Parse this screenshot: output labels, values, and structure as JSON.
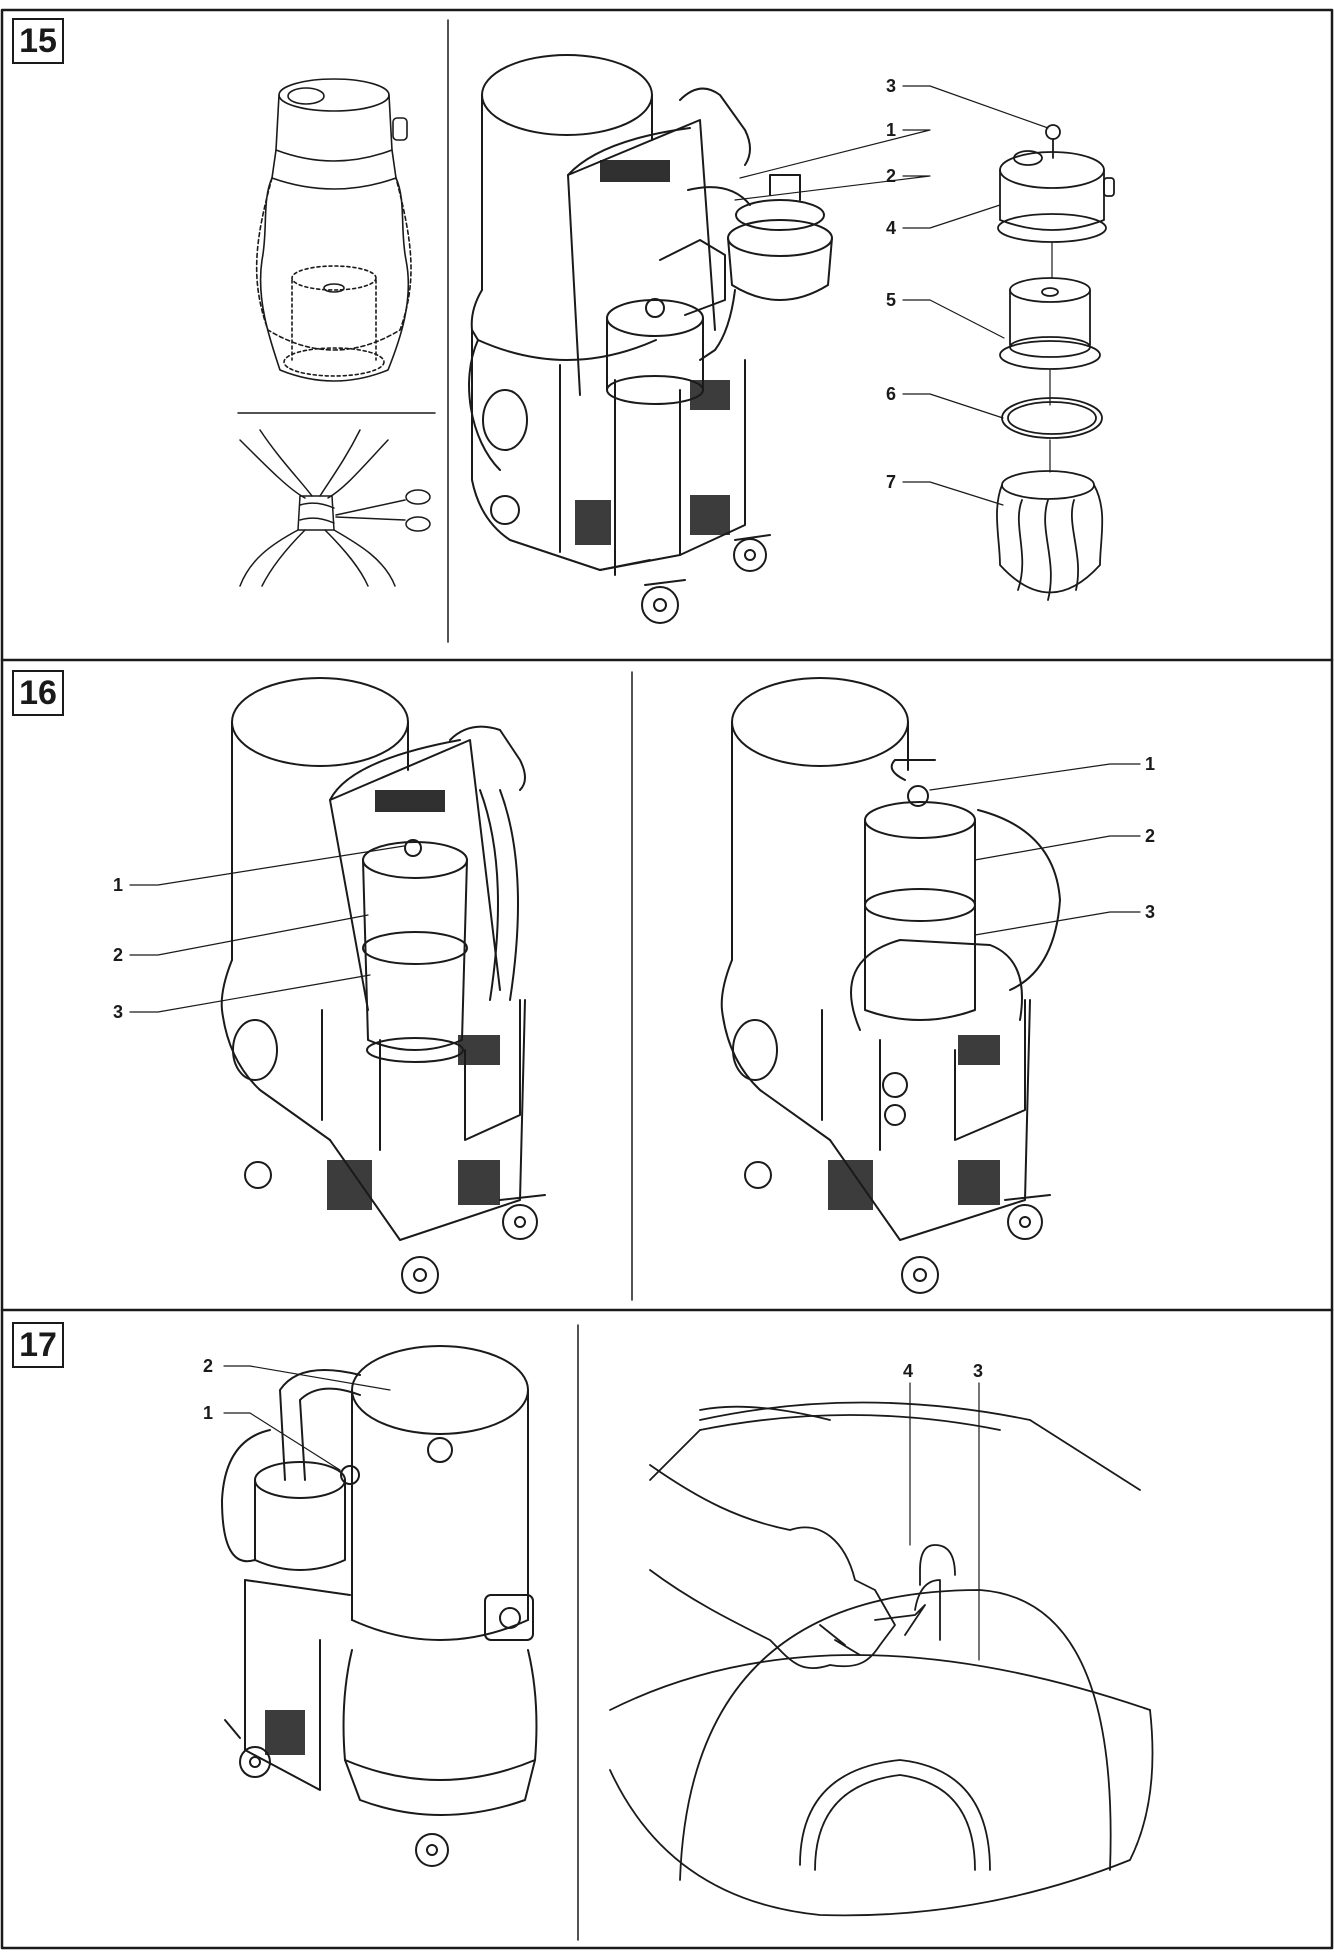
{
  "panels": [
    {
      "number": "15",
      "callouts": [
        "3",
        "1",
        "2",
        "4",
        "5",
        "6",
        "7"
      ]
    },
    {
      "number": "16",
      "callouts_left": [
        "1",
        "2",
        "3"
      ],
      "callouts_right": [
        "1",
        "2",
        "3"
      ]
    },
    {
      "number": "17",
      "callouts_left": [
        "2",
        "1"
      ],
      "callouts_right": [
        "4",
        "3"
      ]
    }
  ]
}
